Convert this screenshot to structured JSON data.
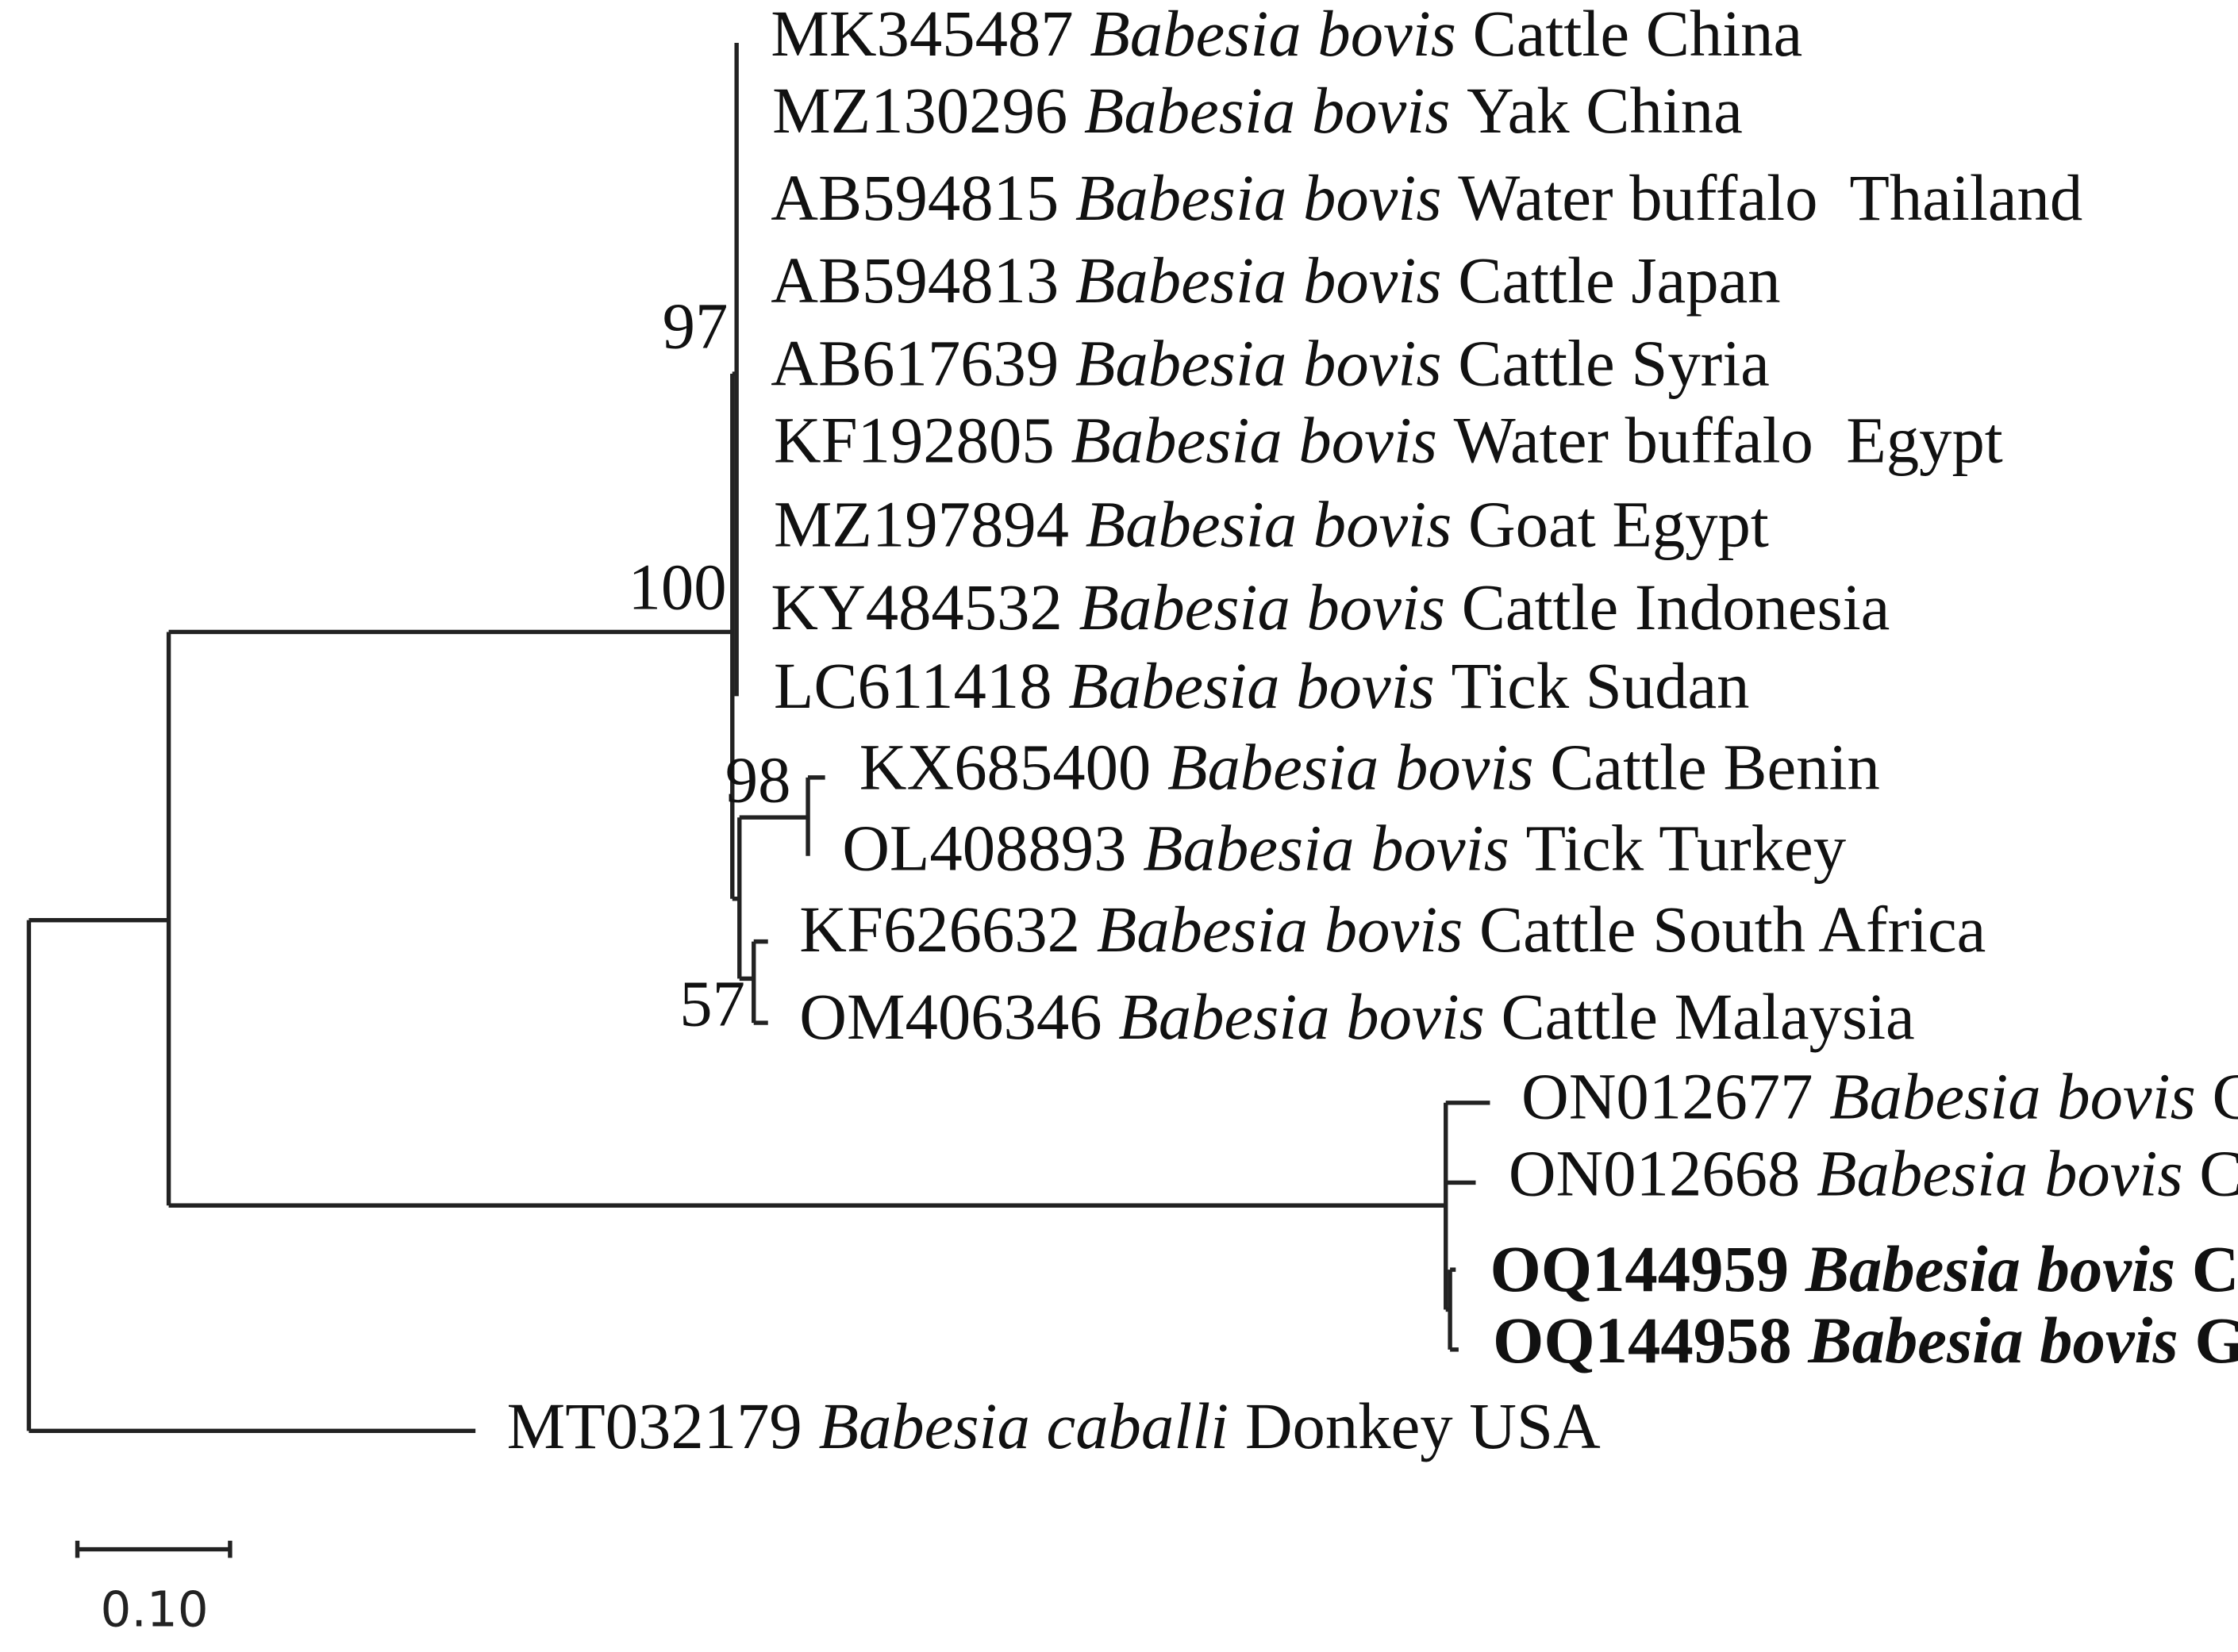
{
  "taxa": [
    {
      "accession": "MK345487",
      "species": "Babesia bovis",
      "host_country": "Cattle China",
      "bold": false
    },
    {
      "accession": "MZ130296",
      "species": "Babesia bovis",
      "host_country": "Yak China",
      "bold": false
    },
    {
      "accession": "AB594815",
      "species": "Babesia bovis",
      "host_country": "Water buffalo  Thailand",
      "bold": false
    },
    {
      "accession": "AB594813",
      "species": "Babesia bovis",
      "host_country": "Cattle Japan",
      "bold": false
    },
    {
      "accession": "AB617639",
      "species": "Babesia bovis",
      "host_country": "Cattle Syria",
      "bold": false
    },
    {
      "accession": "KF192805",
      "species": "Babesia bovis",
      "host_country": "Water buffalo  Egypt",
      "bold": false
    },
    {
      "accession": "MZ197894",
      "species": "Babesia bovis",
      "host_country": "Goat Egypt",
      "bold": false
    },
    {
      "accession": "KY484532",
      "species": "Babesia bovis",
      "host_country": "Cattle Indonesia",
      "bold": false
    },
    {
      "accession": "LC611418",
      "species": "Babesia bovis",
      "host_country": "Tick Sudan",
      "bold": false
    },
    {
      "accession": "KX685400",
      "species": "Babesia bovis",
      "host_country": "Cattle Benin",
      "bold": false
    },
    {
      "accession": "OL408893",
      "species": "Babesia bovis",
      "host_country": "Tick Turkey",
      "bold": false
    },
    {
      "accession": "KF626632",
      "species": "Babesia bovis",
      "host_country": "Cattle South Africa",
      "bold": false
    },
    {
      "accession": "OM406346",
      "species": "Babesia bovis",
      "host_country": "Cattle Malaysia",
      "bold": false
    },
    {
      "accession": "ON012677",
      "species": "Babesia bovis",
      "host_country": "Cattle Australia",
      "bold": false
    },
    {
      "accession": "ON012668",
      "species": "Babesia bovis",
      "host_country": "Cattle Kenya",
      "bold": false
    },
    {
      "accession": "OQ144959",
      "species": "Babesia bovis",
      "host_country": "Cattle Bangladesh",
      "bold": true
    },
    {
      "accession": "OQ144958",
      "species": "Babesia bovis",
      "host_country": "Goat Bangladesh",
      "bold": true
    },
    {
      "accession": "MT032179",
      "species": "Babesia caballi",
      "host_country": "Donkey USA",
      "bold": false
    }
  ],
  "bootstrap": {
    "node_97": "97",
    "node_100": "100",
    "node_98": "98",
    "node_57": "57"
  },
  "scale_bar": {
    "label": "0.10",
    "value": 0.1
  }
}
